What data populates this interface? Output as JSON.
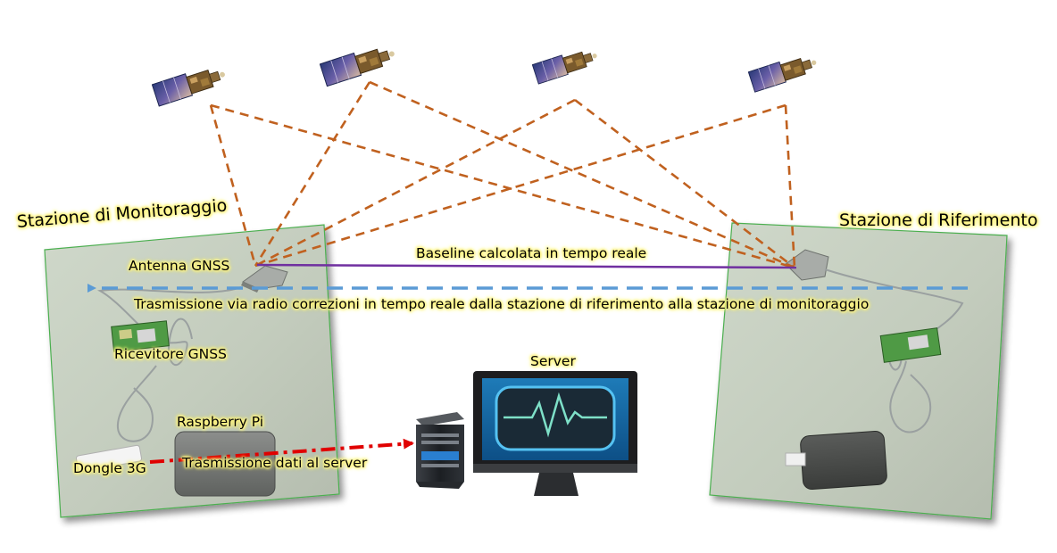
{
  "labels": {
    "monitoring_station": "Stazione di Monitoraggio",
    "reference_station": "Stazione di Riferimento",
    "antenna": "Antenna GNSS",
    "baseline": "Baseline calcolata in tempo reale",
    "radio_transmission": "Trasmissione via radio correzioni in tempo reale dalla stazione di riferimento alla stazione di monitoraggio",
    "receiver": "Ricevitore GNSS",
    "raspberry": "Raspberry Pi",
    "dongle": "Dongle 3G",
    "server_transmission": "Trasmissione dati al server",
    "server": "Server"
  },
  "colors": {
    "signal_lines": "#c0611f",
    "baseline_line": "#7030a0",
    "radio_arrow": "#5b9bd5",
    "server_arrow": "#e00000",
    "label_glow": "#fff27a",
    "photo_background": "#c9d3c3",
    "photo_border": "#4caf50"
  },
  "icons": {
    "satellite": "satellite-icon",
    "antenna": "gnss-antenna-icon",
    "receiver": "gnss-receiver-board-icon",
    "raspberry": "raspberry-pi-case-icon",
    "dongle": "usb-dongle-icon",
    "server_tower": "server-tower-icon",
    "monitor": "heartbeat-monitor-icon"
  }
}
